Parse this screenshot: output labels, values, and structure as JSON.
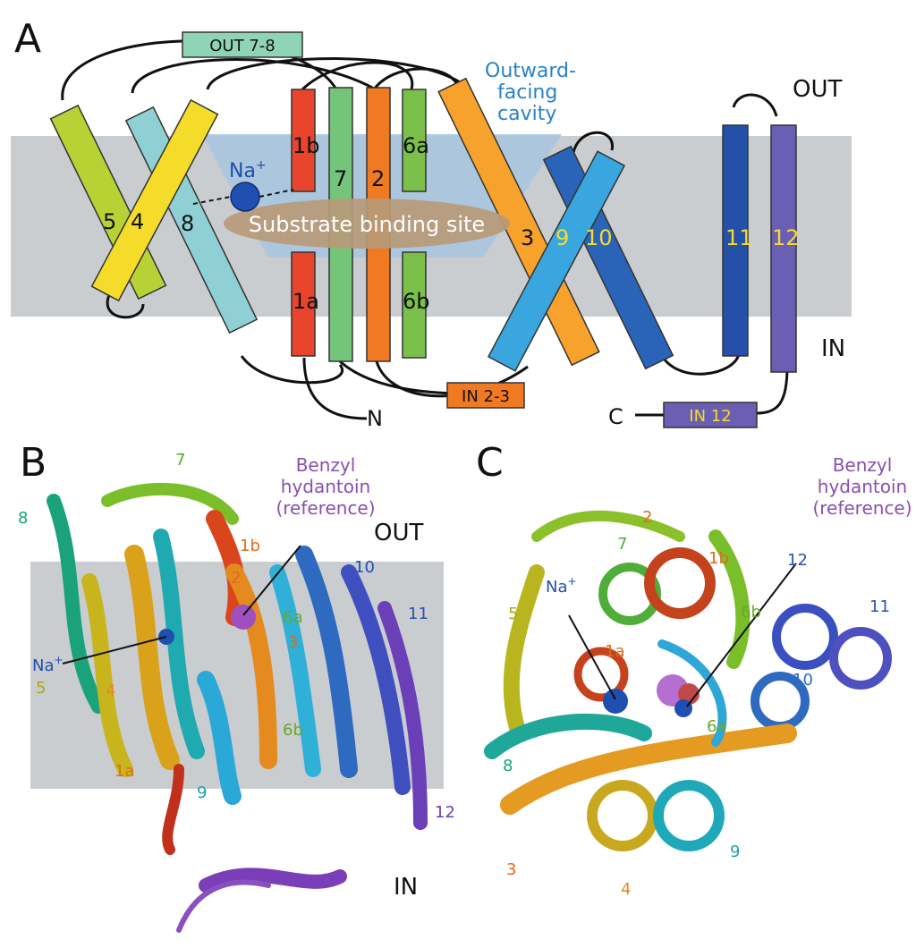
{
  "colors": {
    "membrane": "#c9cdd0",
    "cavity": "#a9c6de",
    "substrate": "#b79a78",
    "na": "#1f4fb0",
    "purple_text": "#8a4fb0",
    "blue_text": "#1f4fb0",
    "cavity_text": "#2a82c8",
    "orange_text": "#e06a1a"
  },
  "panel_a": {
    "letter": "A",
    "out_label": "OUT",
    "in_label": "IN",
    "n_label": "N",
    "c_label": "C",
    "na_label": "Na",
    "na_sup": "+",
    "substrate_label": "Substrate binding site",
    "cavity_label": [
      "Outward-",
      "facing",
      "cavity"
    ],
    "loops": {
      "out78": "OUT 7-8",
      "in23": "IN 2-3",
      "in12": "IN 12"
    },
    "helices": {
      "h5": "5",
      "h4": "4",
      "h8": "8",
      "h1b": "1b",
      "h1a": "1a",
      "h7": "7",
      "h2": "2",
      "h6a": "6a",
      "h6b": "6b",
      "h3": "3",
      "h9": "9",
      "h10": "10",
      "h11": "11",
      "h12": "12"
    }
  },
  "panel_b": {
    "letter": "B",
    "out_label": "OUT",
    "in_label": "IN",
    "benzyl": [
      "Benzyl",
      "hydantoin",
      "(reference)"
    ],
    "na_label": "Na",
    "na_sup": "+",
    "helix_labels": {
      "h7": "7",
      "h8": "8",
      "h1b": "1b",
      "h2": "2",
      "h10": "10",
      "h11": "11",
      "h6a": "6a",
      "h3": "3",
      "h4": "4",
      "h5": "5",
      "h6b": "6b",
      "h1a": "1a",
      "h9": "9",
      "h12": "12"
    }
  },
  "panel_c": {
    "letter": "C",
    "benzyl": [
      "Benzyl",
      "hydantoin",
      "(reference)"
    ],
    "na_label": "Na",
    "na_sup": "+",
    "helix_labels": {
      "h2": "2",
      "h7": "7",
      "h1b": "1b",
      "h12": "12",
      "h11": "11",
      "h5": "5",
      "h6b": "6b",
      "h1a": "1a",
      "h10": "10",
      "h6a": "6a",
      "h8": "8",
      "h9": "9",
      "h3": "3",
      "h4": "4"
    }
  }
}
